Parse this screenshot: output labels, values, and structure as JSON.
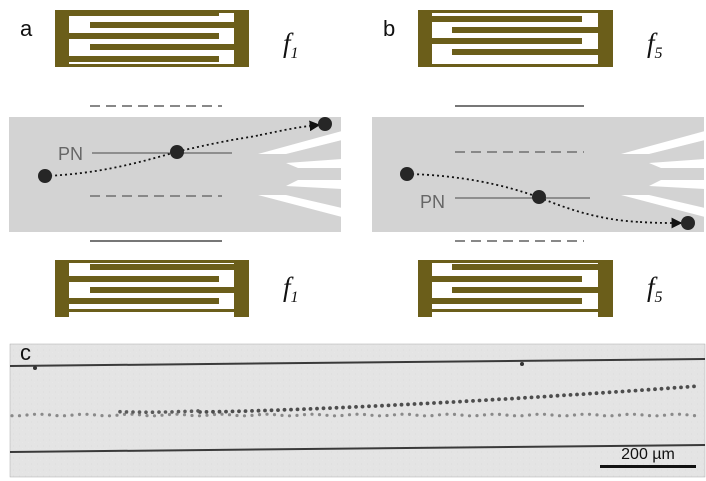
{
  "panels": [
    {
      "letter": "a",
      "top_frequency": "f",
      "top_subscript": "1",
      "bottom_frequency": "f",
      "bottom_subscript": "1",
      "particle_label": "PN"
    },
    {
      "letter": "b",
      "top_frequency": "f",
      "top_subscript": "5",
      "bottom_frequency": "f",
      "bottom_subscript": "5",
      "particle_label": "PN"
    }
  ],
  "micrograph": {
    "letter": "c",
    "scale_bar_label": "200 µm"
  },
  "colors": {
    "electrode": "#6b5e1a",
    "channel": "#d3d3d3",
    "particle": "#262626",
    "micrograph_background": "#e4e4e4"
  }
}
